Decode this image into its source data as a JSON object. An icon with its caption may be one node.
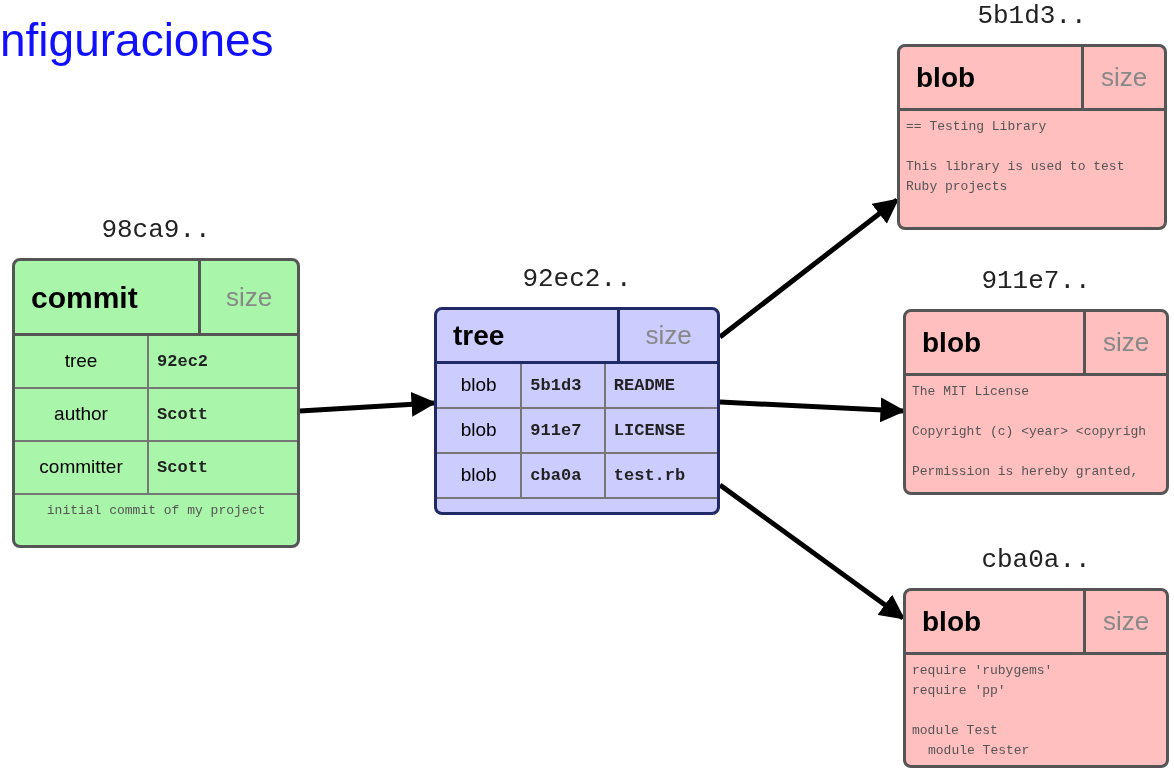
{
  "diagram": {
    "title": "nfiguraciones",
    "nodes": [
      {
        "text": [
          "98ca9..",
          "commit",
          "size",
          "tree",
          "92ec2",
          "author",
          "Scott",
          "committer",
          "Scott",
          "initial commit of my project"
        ]
      },
      {
        "text": [
          "92ec2..",
          "tree",
          "size",
          "blob",
          "5b1d3",
          "README",
          "blob",
          "911e7",
          "LICENSE",
          "blob",
          "cba0a",
          "test.rb"
        ]
      },
      {
        "text": [
          "5b1d3..",
          "blob",
          "size",
          "== Testing Library",
          "This library is used to test Ruby projects"
        ]
      },
      {
        "text": [
          "911e7..",
          "blob",
          "size",
          "The MIT License",
          "Copyright (c) <year> <copyrigh",
          "Permission is hereby granted,"
        ]
      },
      {
        "text": [
          "cba0a..",
          "blob",
          "size",
          "require 'rubygems'",
          "require 'pp'",
          "module Test",
          "module Tester"
        ]
      }
    ],
    "edges": [
      {
        "from": 0,
        "to": 1,
        "arrow": "to"
      },
      {
        "from": 1,
        "to": 2,
        "arrow": "to"
      },
      {
        "from": 1,
        "to": 3,
        "arrow": "to"
      },
      {
        "from": 1,
        "to": 4,
        "arrow": "to"
      }
    ]
  }
}
